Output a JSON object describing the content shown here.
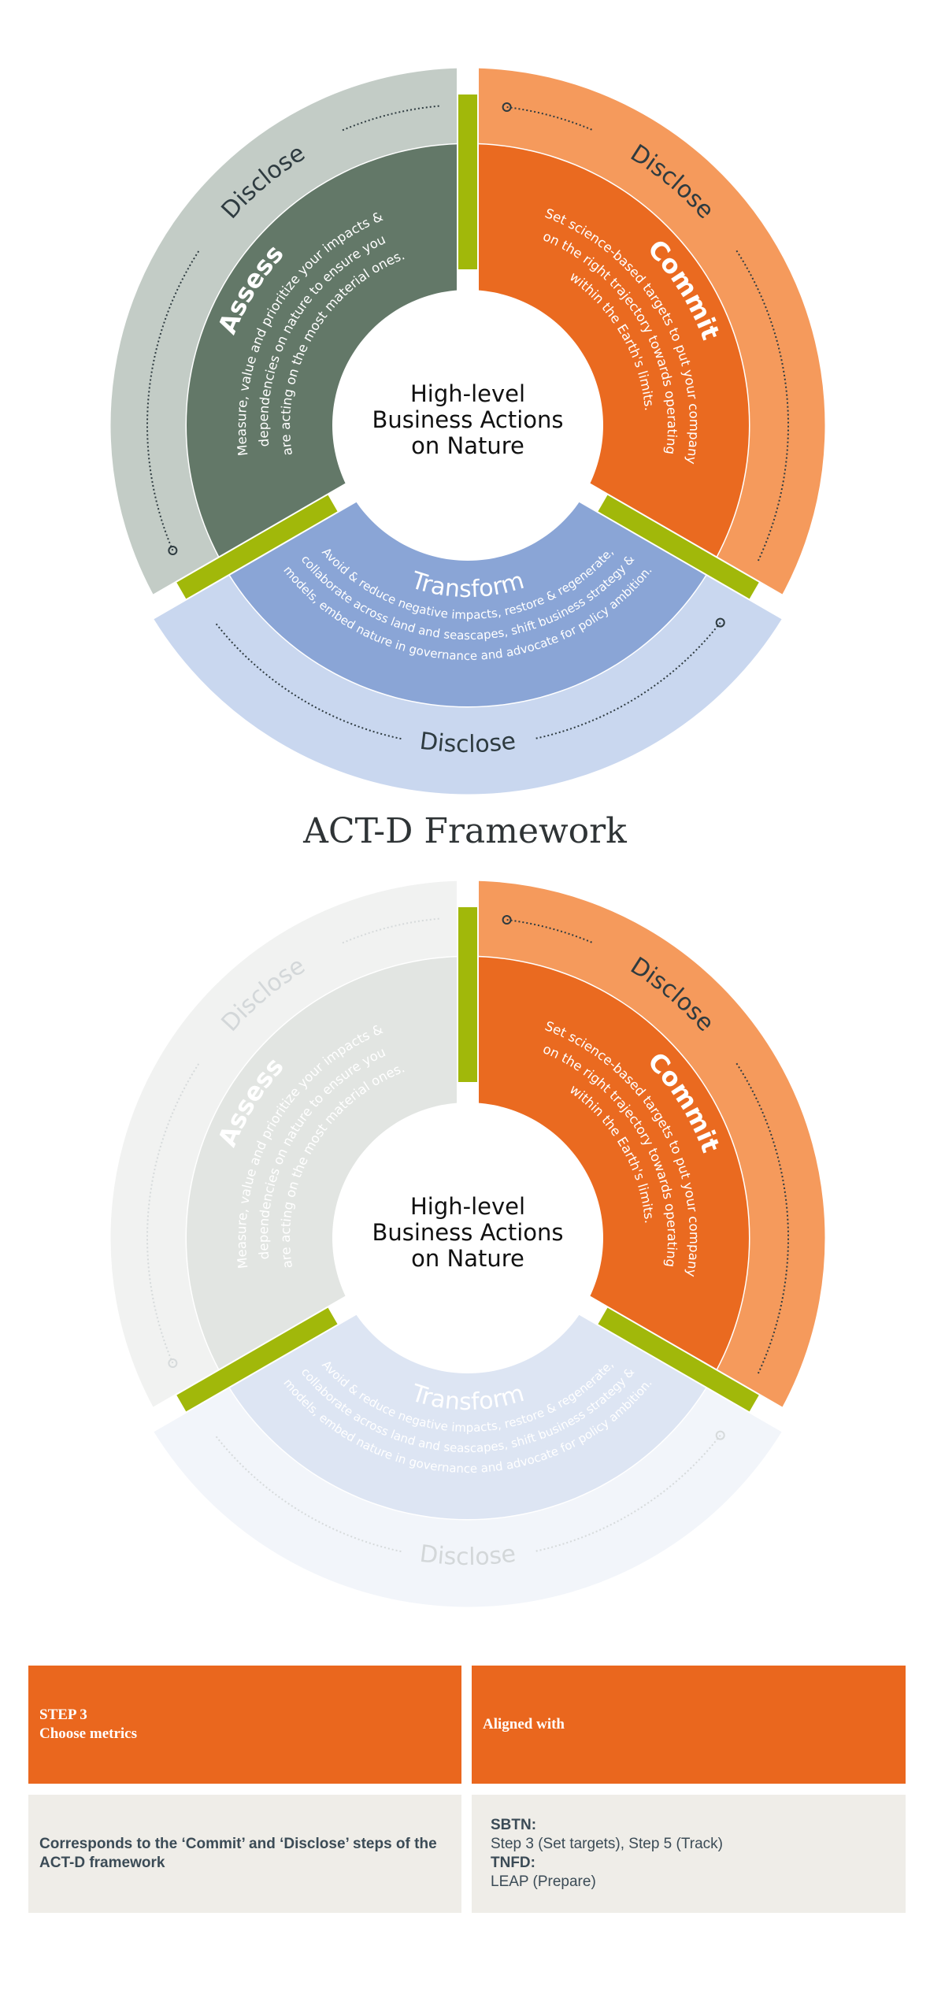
{
  "colors": {
    "assess_outer": "#c3ccc6",
    "assess_inner": "#637868",
    "commit_outer": "#f59a5c",
    "commit_inner": "#ea6a20",
    "transform_outer": "#c9d7ef",
    "transform_inner": "#8aa5d6",
    "faded_assess_outer": "#f1f2f1",
    "faded_assess_inner": "#e2e5e2",
    "faded_transform_outer": "#f2f5fa",
    "faded_transform_inner": "#dde5f3",
    "separator": "#a1b80a",
    "disclose_text": "#2e3b40",
    "center_text": "#111111"
  },
  "center_label": [
    "High-level",
    "Business Actions",
    "on Nature"
  ],
  "segments": {
    "assess": {
      "title": "Assess",
      "lines": [
        "Measure, value and prioritize your impacts &",
        "dependencies on nature to ensure you",
        "are acting on the most material ones."
      ],
      "disclose": "Disclose"
    },
    "commit": {
      "title": "Commit",
      "lines": [
        "Set science-based targets to put your company",
        "on the right trajectory towards operating",
        "within the Earth's limits."
      ],
      "disclose": "Disclose"
    },
    "transform": {
      "title": "Transform",
      "lines": [
        "Avoid & reduce negative impacts, restore & regenerate,",
        "collaborate across land and seascapes, shift business strategy &",
        "models, embed nature in governance and advocate for policy ambition."
      ],
      "disclose": "Disclose"
    }
  },
  "diagrams": [
    {
      "highlight": "all"
    },
    {
      "highlight": "commit"
    }
  ],
  "framework_title": "ACT-D Framework",
  "table": {
    "header_left": [
      "STEP 3",
      "Choose metrics"
    ],
    "header_right": "Aligned with",
    "body_left": "Corresponds to the ‘Commit’ and ‘Disclose’ steps of the ACT-D framework",
    "body_right": {
      "sbtn_label": "SBTN:",
      "sbtn_value": "Step 3 (Set targets), Step 5 (Track)",
      "tnfd_label": "TNFD:",
      "tnfd_value": "LEAP (Prepare)"
    }
  }
}
